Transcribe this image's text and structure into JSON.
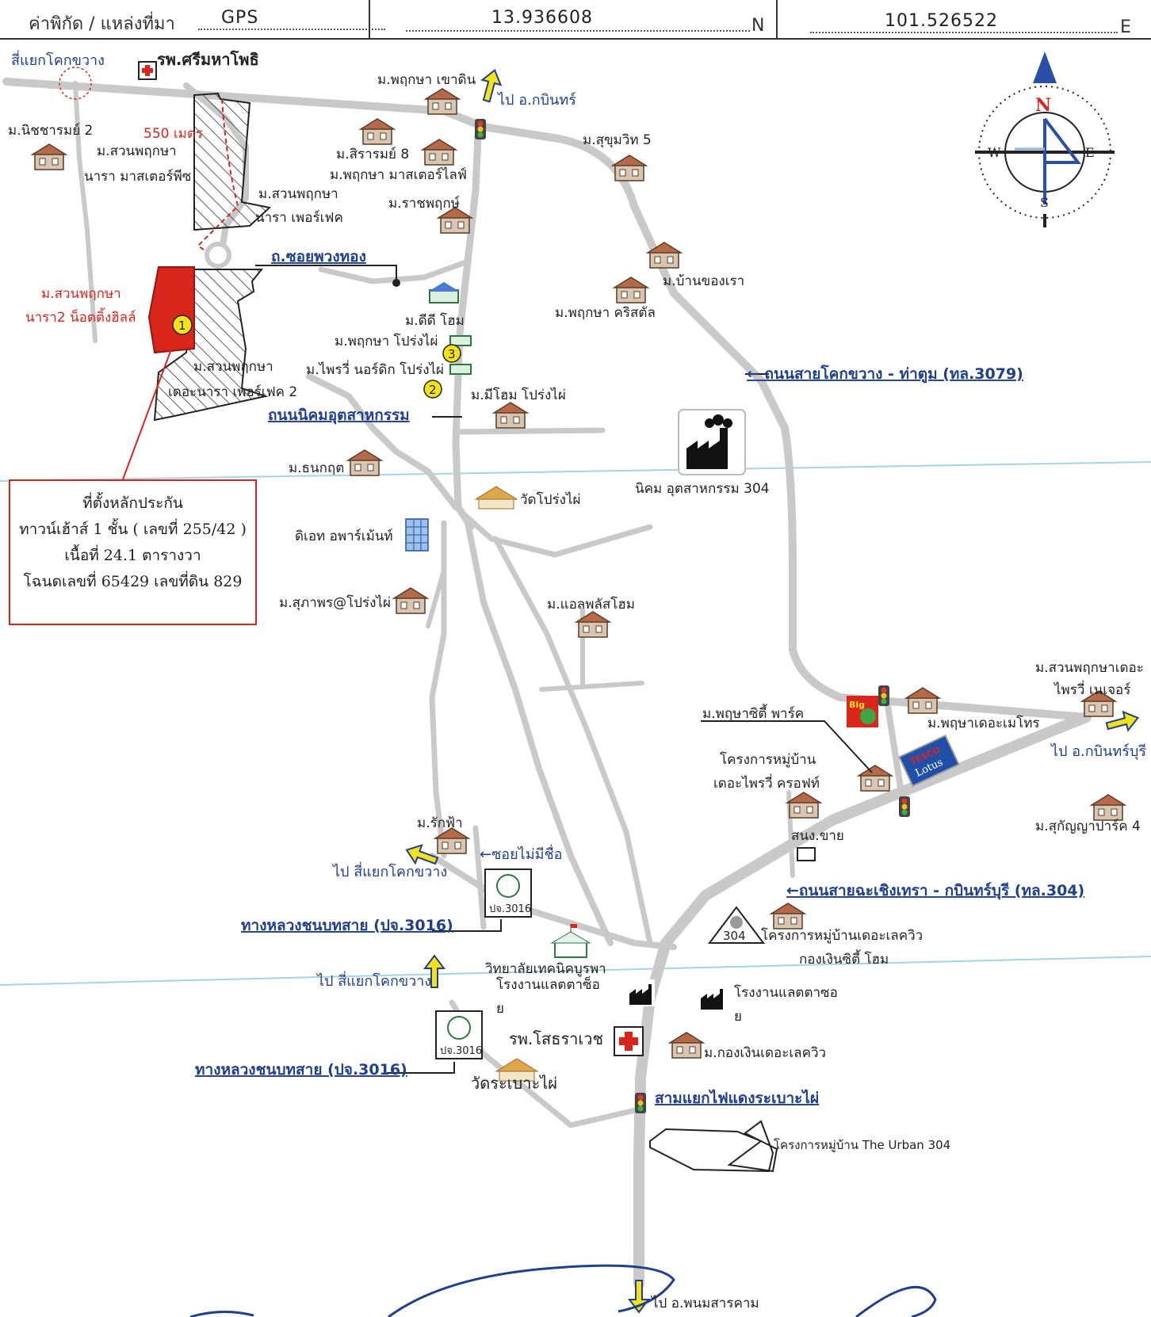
{
  "header": {
    "coord_label": "ค่าพิกัด / แหล่งที่มา",
    "source": "GPS",
    "latitude": "13.936608",
    "lat_suffix": "N",
    "longitude": "101.526522",
    "lon_suffix": "E"
  },
  "compass": {
    "n": "N",
    "s": "S",
    "e": "E",
    "w": "W"
  },
  "collateral": {
    "title": "ที่ตั้งหลักประกัน",
    "line1": "ทาวน์เฮ้าส์ 1 ชั้น ( เลขที่ 255/42 )",
    "line2": "เนื้อที่ 24.1 ตารางวา",
    "line3": "โฉนดเลขที่ 65429 เลขที่ดิน 829"
  },
  "distance_label": "550 เมตร",
  "markers": {
    "m1": "1",
    "m2": "2",
    "m3": "3"
  },
  "route_shield": "304",
  "local_road_sign": "ปจ.3016",
  "labels": {
    "intersection_north": "สี่แยกโคกขวาง",
    "hospital_north": "รพ.ศรีมหาโพธิ",
    "village_nichcharam": "ม.นิชชารมย์ 2",
    "village_suan_master_1": "ม.สวนพฤกษา",
    "village_suan_master_2": "นารา มาสเตอร์พีซ",
    "village_khaodin": "ม.พฤกษา เขาดิน",
    "to_kabin": "ไป อ.กบินทร์",
    "village_sirarom": "ม.สิรารมย์ 8",
    "village_masterlife": "ม.พฤกษา มาสเตอร์ไลฟ์",
    "village_sukhumvit": "ม.สุขุมวิท 5",
    "village_perfect_1": "ม.สวนพฤกษา",
    "village_perfect_2": "นารา เพอร์เฟค",
    "village_ratchaphruek": "ม.ราชพฤกษ์",
    "soi_puangthong": "ถ.ซอยพวงทอง",
    "subject_village_1": "ม.สวนพฤกษา",
    "subject_village_2": "นารา2 น็อตติ้งฮิลล์",
    "village_deedee": "ม.ดีดี โฮม",
    "village_prongphai": "ม.พฤกษา โปร่งไผ่",
    "village_baankhongrao": "ม.บ้านของเรา",
    "village_crystal": "ม.พฤกษา คริสตัล",
    "village_perfect2_1": "ม.สวนพฤกษา",
    "village_perfect2_2": "เดอะนารา เพอร์เฟค 2",
    "village_pray_nordic": "ม.ไพรวี่ นอร์ดิก โปร่งไผ่",
    "village_meehome": "ม.มีโฮม โปร่งไผ่",
    "road_3079": "← ถนนสายโคกขวาง - ท่าตูม (ทล.3079)",
    "road_industrial": "ถนนนิคมอุตสาหกรรม",
    "village_thanakrit": "ม.ธนกฤต",
    "industrial_estate": "นิคม อุตสาหกรรม 304",
    "temple_prongphai": "วัดโปร่งไผ่",
    "apartment": "ดิเอท อพาร์เม้นท์",
    "village_allplus": "ม.แอลพลัสโฮม",
    "village_supaporn": "ม.สุภาพร@โปร่งไผ่",
    "village_suan_pray_1": "ม.สวนพฤกษาเดอะ",
    "village_suan_pray_2": "ไพรวี่ เนเจอร์",
    "village_citypark": "ม.พฤษาซิตี้ พาร์ค",
    "village_metro": "ม.พฤษาเดอะเมโทร",
    "to_kabinburi": "ไป อ.กบินทร์บุรี",
    "project_craft_1": "โครงการหมู่บ้าน",
    "project_craft_2": "เดอะไพรวี่ ครอฟท์",
    "village_sukanya": "ม.สุกัญญาปาร์ค 4",
    "village_rakfa": "ม.รักฟ้า",
    "soi_unnamed": "←ซอยไม่มีชื่อ",
    "to_intersection_1": "ไป สี่แยกโคกขวาง",
    "sanong_khai": "สนง.ขาย",
    "road_304": "←ถนนสายฉะเชิงเทรา - กบินทร์บุรี (ทล.304)",
    "rural_road_1": "ทางหลวงชนบทสาย (ปจ.3016)",
    "project_lakeview": "โครงการหมู่บ้านเดอะเลควิว",
    "kongngern_city": "กองเงินซิตี้ โฮม",
    "college_1": "วิทยาลัยเทคนิคบูรพา",
    "college_2": "โรงงานแลตตาซ็อ",
    "college_3": "ย",
    "to_intersection_2": "ไป สี่แยกโคกขวาง",
    "factory_latta_1": "โรงงานแลตตาซอ",
    "factory_latta_2": "ย",
    "hospital_south": "รพ.โสธราเวช",
    "village_kongngern": "ม.กองเงินเดอะเลควิว",
    "rural_road_2": "ทางหลวงชนบทสาย (ปจ.3016)",
    "temple_rabao": "วัดระเบาะไผ่",
    "three_way": "สามแยกไฟแดงระเบาะไผ่",
    "urban_project": "โครงการหมู่บ้าน The Urban 304",
    "to_phanom": "ไป อ.พนมสารคาม",
    "store_big": "Big",
    "store_tesco_1": "TESCO",
    "store_tesco_2": "Lotus"
  },
  "colors": {
    "road": "#c9c9c9",
    "label_blue": "#1f3f8f",
    "red": "#d8261d",
    "signal": "#f3e21a",
    "scan_line": "#a8d4e6"
  }
}
